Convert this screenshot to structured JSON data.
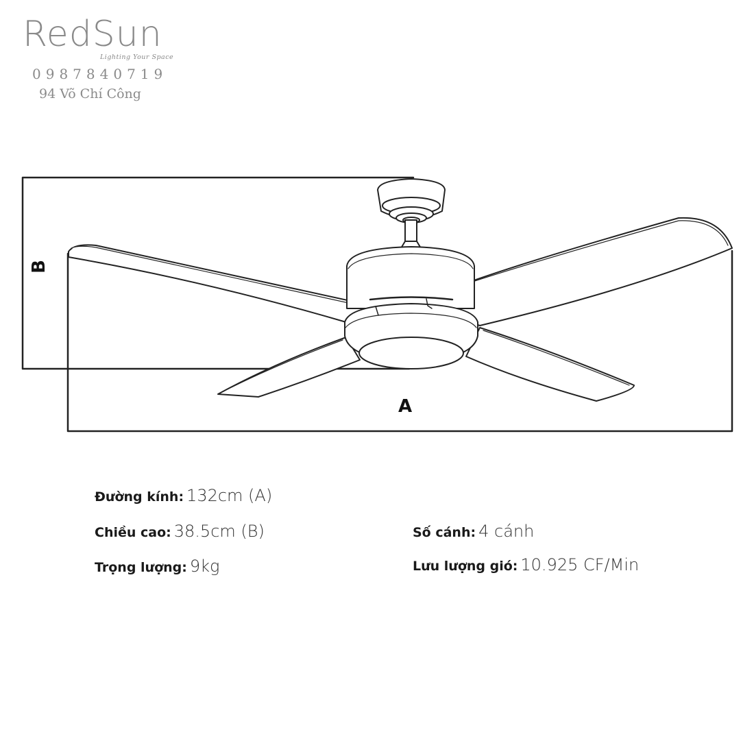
{
  "logo": {
    "brand": "RedSun",
    "tagline": "Lighting Your Space",
    "phone": "0987840719",
    "address": "94 Võ Chí Công"
  },
  "diagram": {
    "label_a": "A",
    "label_b": "B",
    "line_color": "#222222"
  },
  "specs": [
    {
      "label": "Đường kính:",
      "value": "132cm (A)"
    },
    {
      "label": "Chiều cao:",
      "value": "38.5cm (B)"
    },
    {
      "label": "Trọng lượng:",
      "value": "9kg"
    },
    {
      "label": "Số cánh:",
      "value": "4 cánh"
    },
    {
      "label": "Lưu lượng gió:",
      "value": "10.925 CF/Min"
    }
  ]
}
